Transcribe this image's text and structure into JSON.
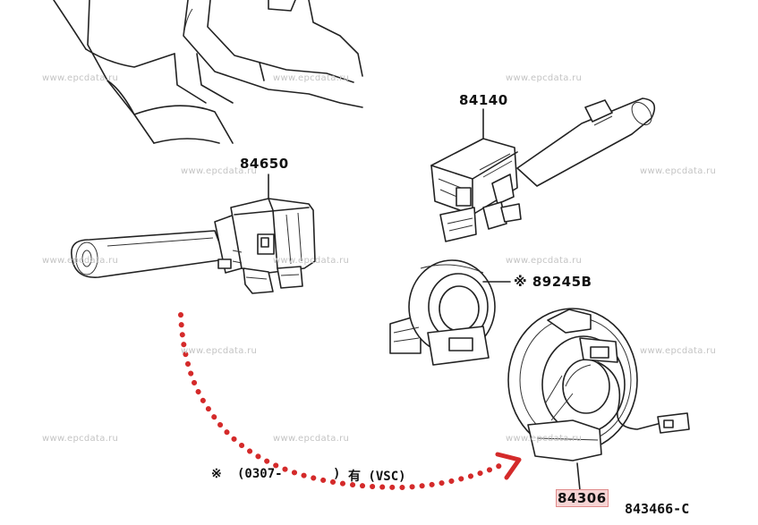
{
  "watermark": "www.epcdata.ru",
  "parts": {
    "p84140": "84140",
    "p84650": "84650",
    "p89245B": "89245B",
    "p84306": "84306"
  },
  "marks": {
    "asterisk": "※"
  },
  "footnote": {
    "asterisk": "※",
    "range_open": "(0307-",
    "range_close": ")",
    "condition": "有 (VSC)"
  },
  "drawing_ref": "843466-C",
  "colors": {
    "highlight_fill": "#f6d4d4",
    "highlight_border": "#e08a8a",
    "arrow_red": "#d42a2a"
  }
}
